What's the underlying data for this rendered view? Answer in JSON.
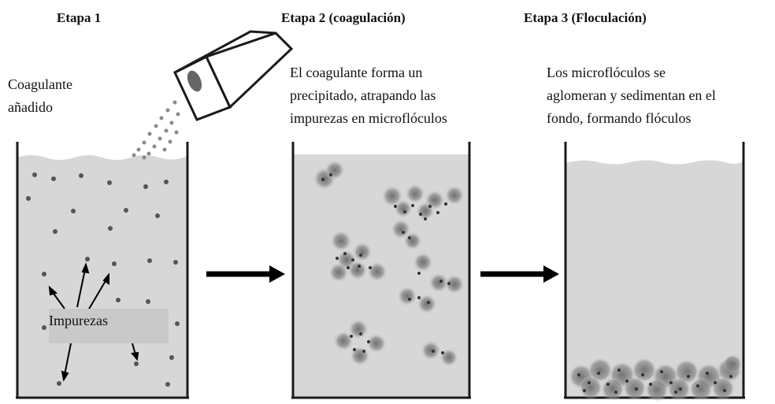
{
  "stages": [
    {
      "title": "Etapa 1"
    },
    {
      "title": "Etapa 2 (coagulación)"
    },
    {
      "title": "Etapa 3 (Floculación)"
    }
  ],
  "labels": {
    "coagulant_line1": "Coagulante",
    "coagulant_line2": "añadido",
    "stage2_line1": "El coagulante forma un",
    "stage2_line2": "precipitado, atrapando  las",
    "stage2_line3": "impurezas en microflóculos",
    "stage3_line1": "Los microflóculos se",
    "stage3_line2": "aglomeran y sedimentan en el",
    "stage3_line3": "fondo, formando flóculos",
    "impurities": "Impurezas"
  },
  "colors": {
    "water": "#d7d7d7",
    "container": "#1a1a1a",
    "particle": "#555555",
    "floc": "#7c7c7c",
    "arrow": "#000000"
  }
}
